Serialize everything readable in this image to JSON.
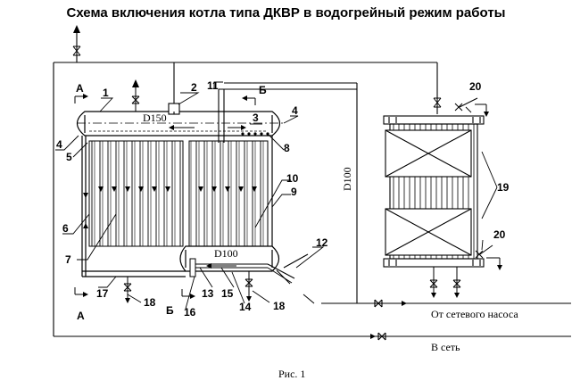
{
  "title": "Схема включения котла типа ДКВР в водогрейный  режим  работы",
  "caption": "Рис. 1",
  "labels": {
    "d150": "D150",
    "d100_drum": "D100",
    "d100_pipe": "D100",
    "from_pump": "От сетевого насоса",
    "to_network": "В сеть",
    "section_a_top": "А",
    "section_a_bottom": "А",
    "section_b_top": "Б",
    "section_b_bottom": "Б"
  },
  "callouts": [
    "1",
    "2",
    "3",
    "4",
    "4",
    "5",
    "6",
    "7",
    "8",
    "9",
    "10",
    "11",
    "12",
    "13",
    "14",
    "15",
    "16",
    "17",
    "18",
    "18",
    "19",
    "20",
    "20"
  ]
}
